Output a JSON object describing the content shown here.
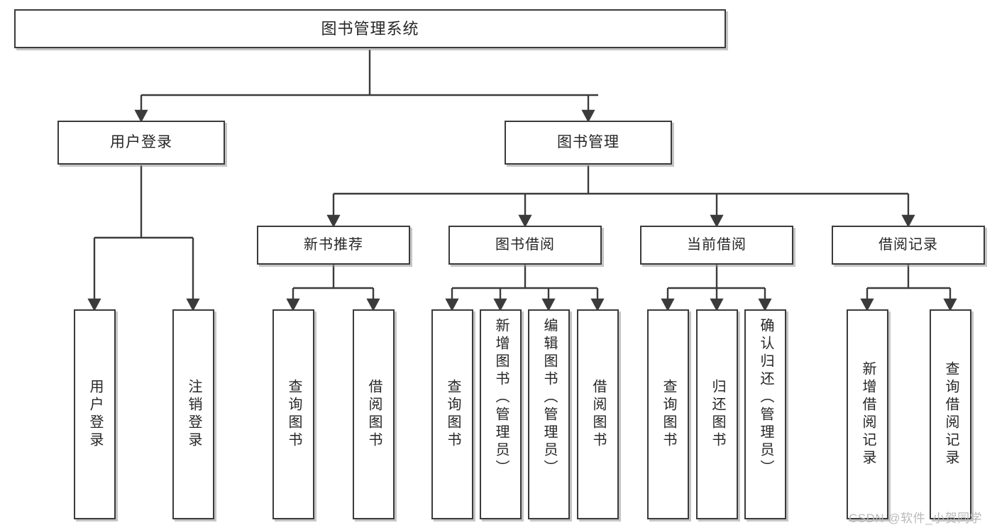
{
  "diagram": {
    "type": "tree",
    "title": "图书管理系统",
    "root": {
      "label": "图书管理系统"
    },
    "level2": [
      {
        "label": "用户登录"
      },
      {
        "label": "图书管理"
      }
    ],
    "level3": [
      {
        "label": "新书推荐",
        "parent": "图书管理"
      },
      {
        "label": "图书借阅",
        "parent": "图书管理"
      },
      {
        "label": "当前借阅",
        "parent": "图书管理"
      },
      {
        "label": "借阅记录",
        "parent": "图书管理"
      }
    ],
    "leaves": [
      {
        "label": "用户登录",
        "parent": "用户登录"
      },
      {
        "label": "注销登录",
        "parent": "用户登录"
      },
      {
        "label": "查询图书",
        "parent": "新书推荐"
      },
      {
        "label": "借阅图书",
        "parent": "新书推荐"
      },
      {
        "label": "查询图书",
        "parent": "图书借阅"
      },
      {
        "label": "新增图书（管理员）",
        "parent": "图书借阅"
      },
      {
        "label": "编辑图书（管理员）",
        "parent": "图书借阅"
      },
      {
        "label": "借阅图书",
        "parent": "图书借阅"
      },
      {
        "label": "查询图书",
        "parent": "当前借阅"
      },
      {
        "label": "归还图书",
        "parent": "当前借阅"
      },
      {
        "label": "确认归还（管理员）",
        "parent": "当前借阅"
      },
      {
        "label": "新增借阅记录",
        "parent": "借阅记录"
      },
      {
        "label": "查询借阅记录",
        "parent": "借阅记录"
      }
    ]
  },
  "watermark": {
    "text": "CSDN @软件_小贺同学"
  },
  "colors": {
    "stroke": "#3b3b3b",
    "text": "#262626",
    "background": "#ffffff",
    "shadow": "#969696",
    "watermark": "#b9b9b9"
  }
}
